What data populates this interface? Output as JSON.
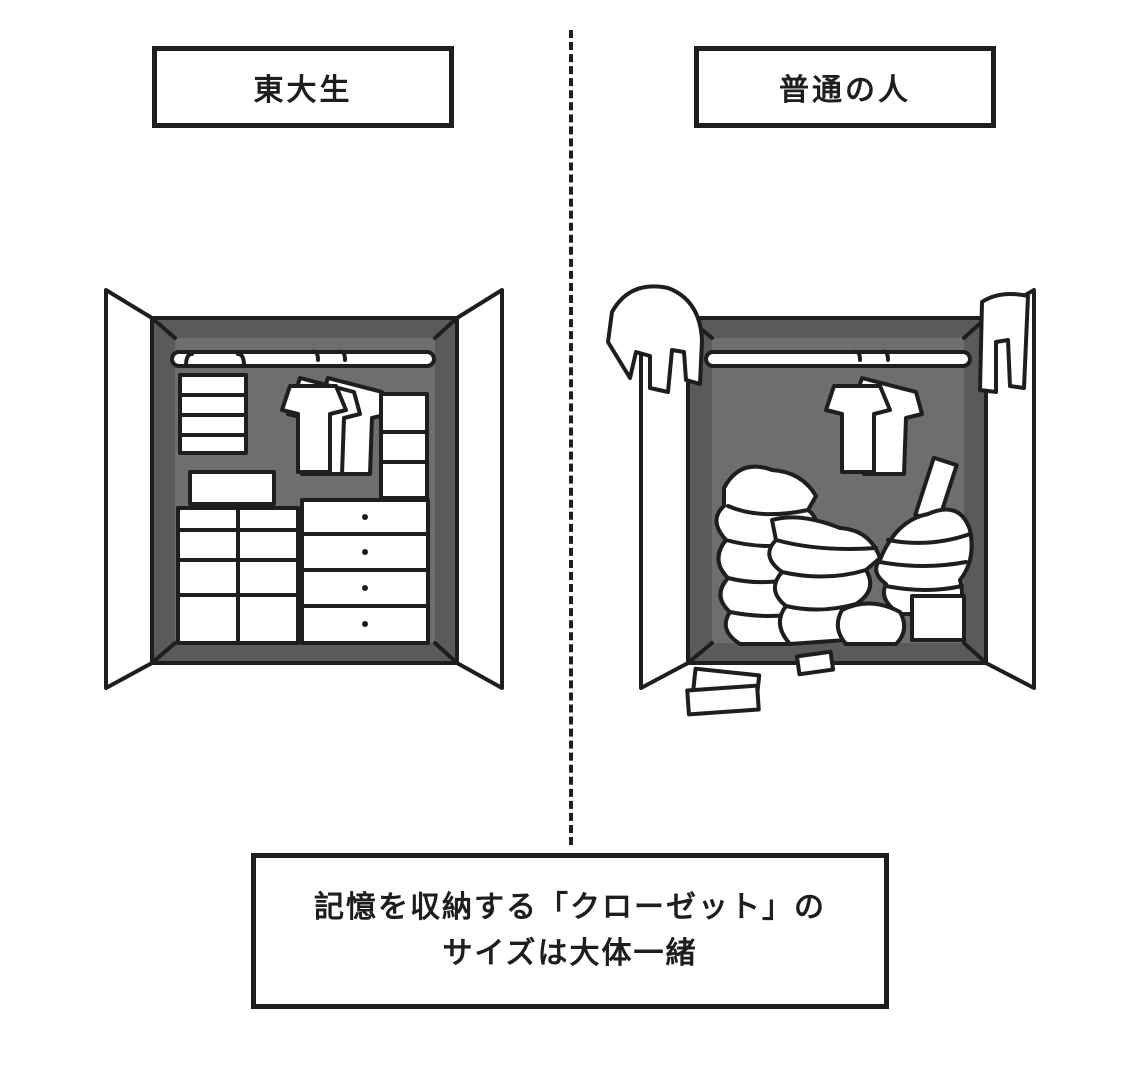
{
  "labels": {
    "left": "東大生",
    "right": "普通の人"
  },
  "caption": {
    "line1": "記憶を収納する「クローゼット」の",
    "line2": "サイズは大体一緒"
  },
  "colors": {
    "ink": "#1e1e1e",
    "closet_interior": "#5a5a5a",
    "closet_back": "#6e6e6e",
    "paper": "#ffffff"
  }
}
